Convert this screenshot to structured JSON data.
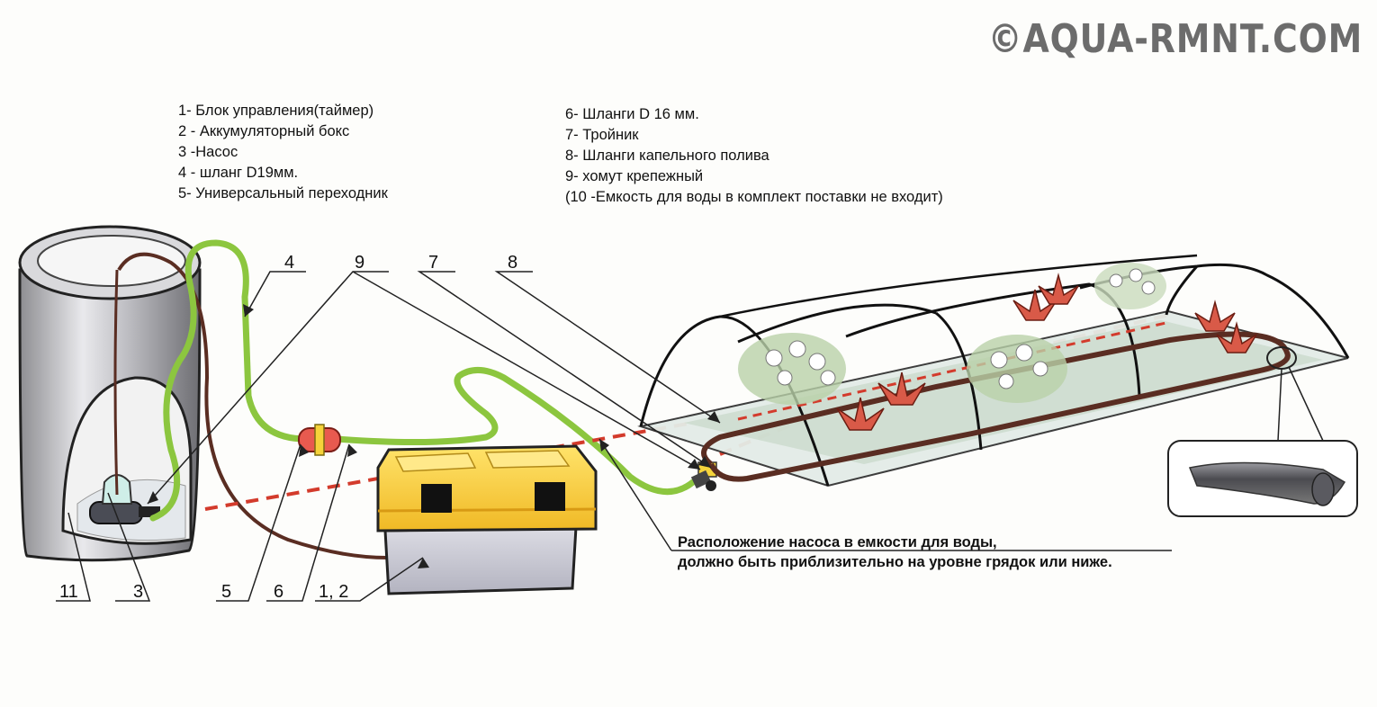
{
  "watermark": "©AQUA-RMNT.COM",
  "legend_left": [
    "1- Блок управления(таймер)",
    "2 - Аккумуляторный бокс",
    "3 -Насос",
    "4 - шланг D19мм.",
    "5-  Универсальный переходник"
  ],
  "legend_right": [
    "6- Шланги D 16 мм.",
    "7- Тройник",
    "8- Шланги капельного полива",
    "9- хомут крепежный",
    "(10 -Емкость для воды в комплект поставки не входит)"
  ],
  "note": [
    "Расположение насоса в емкости для воды,",
    "должно быть приблизительно на уровне грядок или ниже."
  ],
  "callouts": {
    "c4": "4",
    "c9": "9",
    "c7": "7",
    "c8": "8",
    "c11": "11",
    "c3": "3",
    "c5": "5",
    "c6": "6",
    "c12": "1, 2"
  },
  "colors": {
    "hose_green": "#8cc63f",
    "drip_hose_brown": "#5a2d22",
    "level_line_red": "#d33b2c",
    "box_yellow": "#f4cf33",
    "box_grey": "#c9c9d3"
  }
}
